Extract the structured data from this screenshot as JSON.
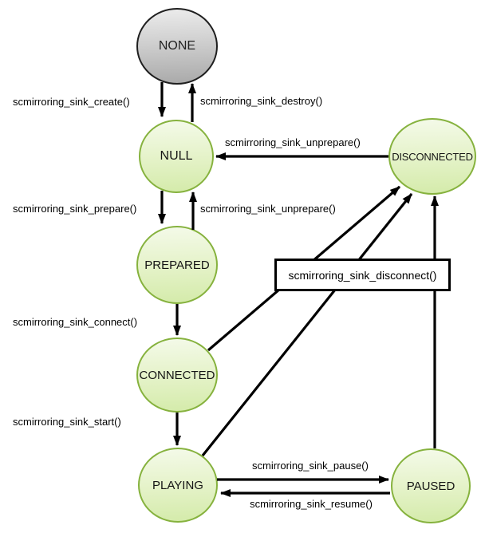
{
  "states": [
    {
      "id": "none",
      "label": "NONE"
    },
    {
      "id": "null",
      "label": "NULL"
    },
    {
      "id": "prepared",
      "label": "PREPARED"
    },
    {
      "id": "connected",
      "label": "CONNECTED"
    },
    {
      "id": "playing",
      "label": "PLAYING"
    },
    {
      "id": "paused",
      "label": "PAUSED"
    },
    {
      "id": "disconnected",
      "label": "DISCONNECTED"
    }
  ],
  "transitions": {
    "create": "scmirroring_sink_create()",
    "destroy": "scmirroring_sink_destroy()",
    "unprepare_disconnected_to_null": "scmirroring_sink_unprepare()",
    "prepare": "scmirroring_sink_prepare()",
    "unprepare_prepared_to_null": "scmirroring_sink_unprepare()",
    "connect": "scmirroring_sink_connect()",
    "start": "scmirroring_sink_start()",
    "disconnect": "scmirroring_sink_disconnect()",
    "pause": "scmirroring_sink_pause()",
    "resume": "scmirroring_sink_resume()"
  },
  "colors": {
    "state_fill_top": "#f4fae9",
    "state_fill_bottom": "#d4ebaa",
    "state_border": "#86b23e",
    "none_fill_top": "#ececec",
    "none_fill_bottom": "#a9a9a9",
    "none_border": "#1f1f1f",
    "arrow": "#000000",
    "background": "#ffffff"
  }
}
